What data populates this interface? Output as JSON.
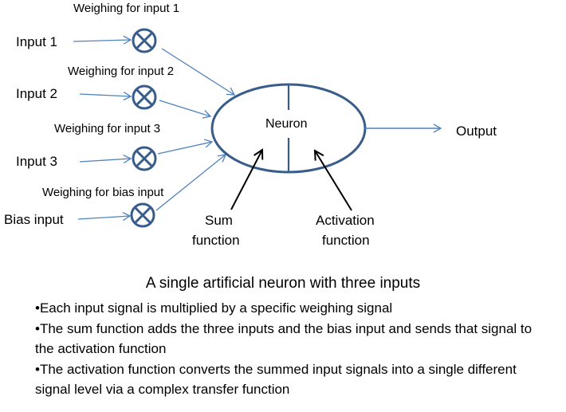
{
  "colors": {
    "line": "#4f81bd",
    "shape": "#385d8a",
    "text": "#000000"
  },
  "inputs": [
    {
      "label": "Input 1",
      "weight_label": "Weighing for input 1"
    },
    {
      "label": "Input 2",
      "weight_label": "Weighing for input 2"
    },
    {
      "label": "Input 3",
      "weight_label": "Weighing for input 3"
    },
    {
      "label": "Bias input",
      "weight_label": "Weighing for bias input"
    }
  ],
  "neuron": {
    "label": "Neuron"
  },
  "output": {
    "label": "Output"
  },
  "annotations": {
    "sum_line1": "Sum",
    "sum_line2": "function",
    "act_line1": "Activation",
    "act_line2": "function"
  },
  "caption": {
    "title": "A single artificial neuron with three inputs",
    "bullets": [
      "•Each input signal is multiplied by a specific weighing signal",
      "•The sum function adds the three inputs and the bias input and sends that signal to the activation function",
      "•The activation function converts the summed input signals into a single different signal level via a complex transfer  function"
    ]
  }
}
